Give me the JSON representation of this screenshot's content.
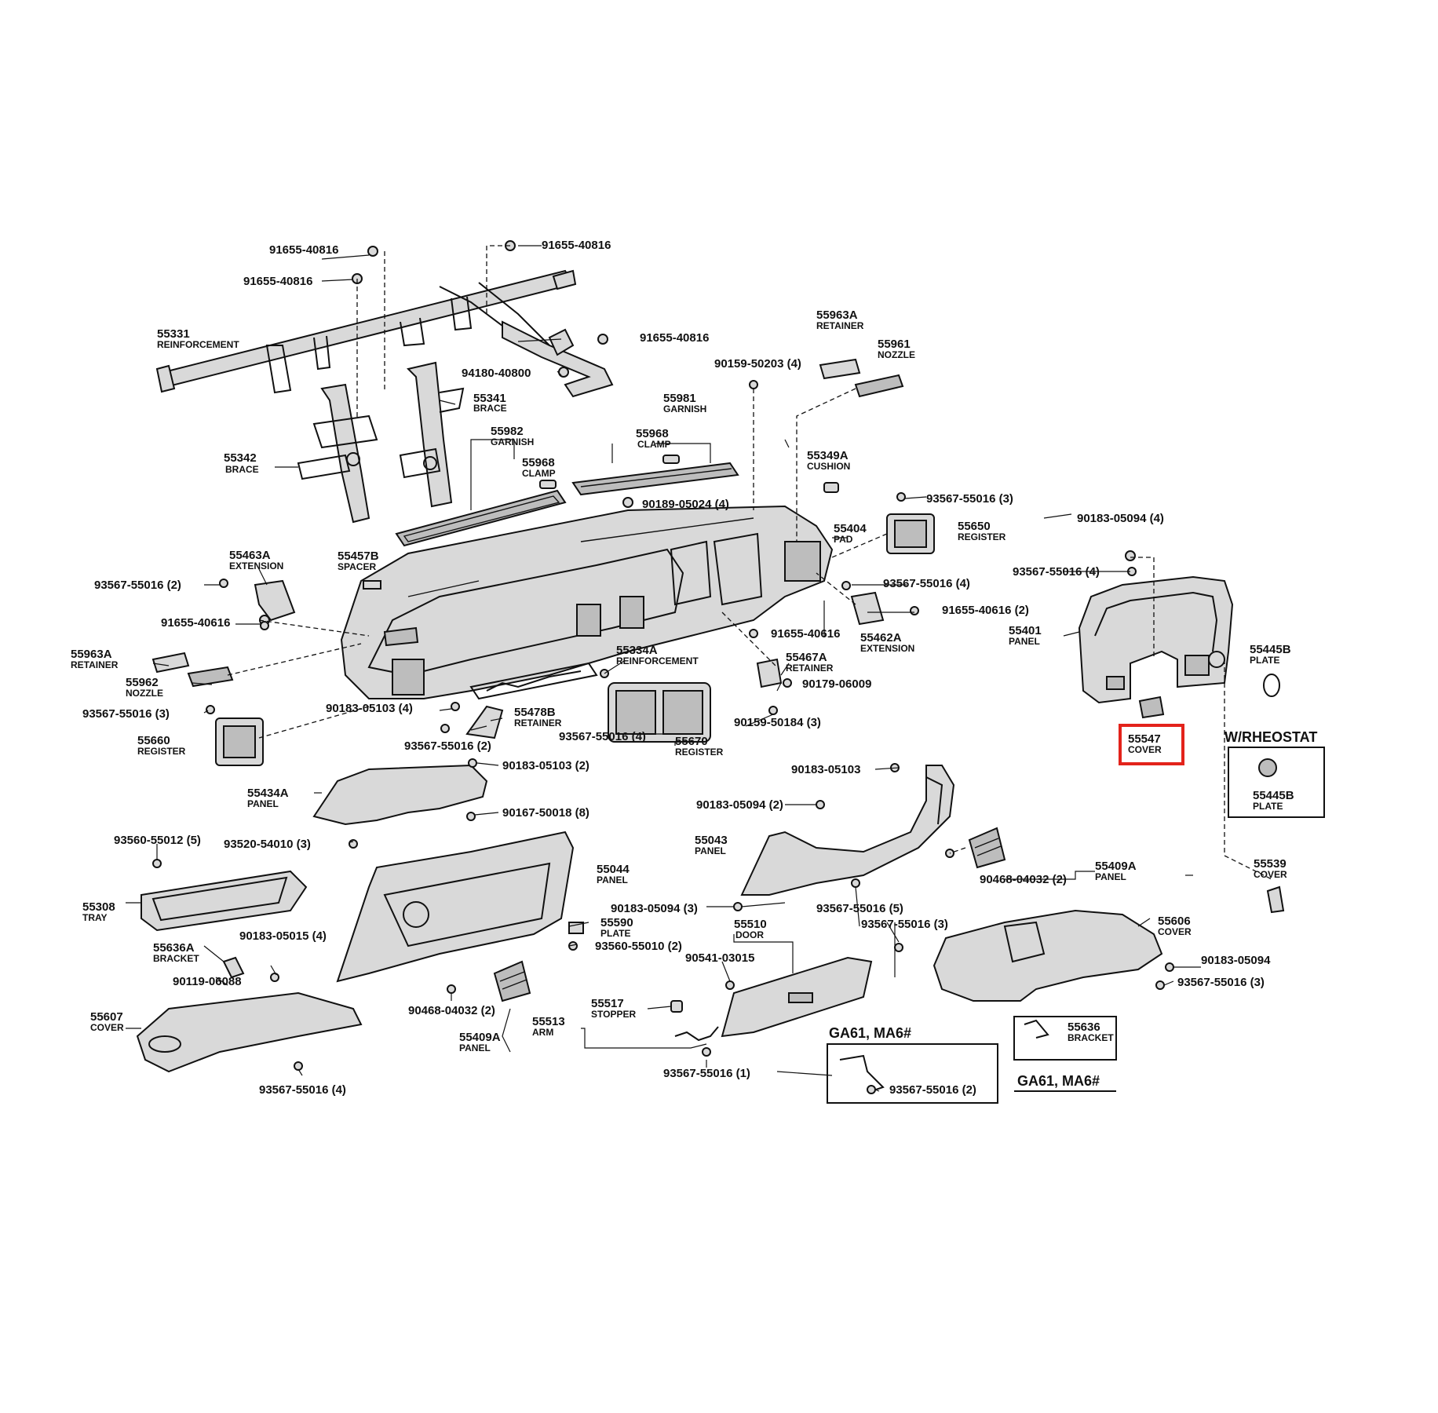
{
  "labels": [
    {
      "pn": "91655-40816"
    },
    {
      "pn": "91655-40816"
    },
    {
      "pn": "91655-40816"
    },
    {
      "pn": "55331",
      "name": "REINFORCEMENT"
    },
    {
      "pn": "91655-40816"
    },
    {
      "pn": "94180-40800"
    },
    {
      "pn": "55341",
      "name": "BRACE"
    },
    {
      "pn": "55342",
      "name": "BRACE"
    },
    {
      "pn": "55963A",
      "name": "RETAINER"
    },
    {
      "pn": "55961",
      "name": "NOZZLE"
    },
    {
      "pn": "90159-50203 (4)"
    },
    {
      "pn": "55981",
      "name": "GARNISH"
    },
    {
      "pn": "55968",
      "name": "CLAMP"
    },
    {
      "pn": "55982",
      "name": "GARNISH"
    },
    {
      "pn": "55968",
      "name": "CLAMP"
    },
    {
      "pn": "55349A",
      "name": "CUSHION"
    },
    {
      "pn": "93567-55016 (3)"
    },
    {
      "pn": "90189-05024 (4)"
    },
    {
      "pn": "55404",
      "name": "PAD"
    },
    {
      "pn": "55650",
      "name": "REGISTER"
    },
    {
      "pn": "90183-05094 (4)"
    },
    {
      "pn": "93567-55016 (4)"
    },
    {
      "pn": "55463A",
      "name": "EXTENSION"
    },
    {
      "pn": "55457B",
      "name": "SPACER"
    },
    {
      "pn": "93567-55016 (2)"
    },
    {
      "pn": "91655-40616"
    },
    {
      "pn": "93567-55016 (4)"
    },
    {
      "pn": "91655-40616 (2)"
    },
    {
      "pn": "55401",
      "name": "PANEL"
    },
    {
      "pn": "91655-40616"
    },
    {
      "pn": "55462A",
      "name": "EXTENSION"
    },
    {
      "pn": "55445B",
      "name": "PLATE"
    },
    {
      "pn": "55963A",
      "name": "RETAINER"
    },
    {
      "pn": "55334A",
      "name": "REINFORCEMENT"
    },
    {
      "pn": "55467A",
      "name": "RETAINER"
    },
    {
      "pn": "55962",
      "name": "NOZZLE"
    },
    {
      "pn": "90179-06009"
    },
    {
      "pn": "93567-55016 (3)"
    },
    {
      "pn": "90183-05103 (4)"
    },
    {
      "pn": "55478B",
      "name": "RETAINER"
    },
    {
      "pn": "90159-50184 (3)"
    },
    {
      "pn": "55660",
      "name": "REGISTER"
    },
    {
      "pn": "93567-55016 (2)"
    },
    {
      "pn": "93567-55016 (4)"
    },
    {
      "pn": "55670",
      "name": "REGISTER"
    },
    {
      "pn": "55547",
      "name": "COVER",
      "highlighted": true
    },
    {
      "pn": "90183-05103 (2)"
    },
    {
      "pn": "90183-05103"
    },
    {
      "pn": "55434A",
      "name": "PANEL"
    },
    {
      "pn": "90167-50018 (8)"
    },
    {
      "pn": "90183-05094 (2)"
    },
    {
      "pn": "55445B",
      "name": "PLATE"
    },
    {
      "pn": "93560-55012 (5)"
    },
    {
      "pn": "93520-54010 (3)"
    },
    {
      "pn": "55043",
      "name": "PANEL"
    },
    {
      "pn": "55044",
      "name": "PANEL"
    },
    {
      "pn": "90468-04032 (2)"
    },
    {
      "pn": "55409A",
      "name": "PANEL"
    },
    {
      "pn": "55539",
      "name": "COVER"
    },
    {
      "pn": "55308",
      "name": "TRAY"
    },
    {
      "pn": "90183-05094 (3)"
    },
    {
      "pn": "55590",
      "name": "PLATE"
    },
    {
      "pn": "93567-55016 (5)"
    },
    {
      "pn": "55606",
      "name": "COVER"
    },
    {
      "pn": "55636A",
      "name": "BRACKET"
    },
    {
      "pn": "90183-05015 (4)"
    },
    {
      "pn": "93560-55010 (2)"
    },
    {
      "pn": "55510",
      "name": "DOOR"
    },
    {
      "pn": "93567-55016 (3)"
    },
    {
      "pn": "90183-05094"
    },
    {
      "pn": "90119-06088"
    },
    {
      "pn": "90541-03015"
    },
    {
      "pn": "93567-55016 (3)"
    },
    {
      "pn": "55607",
      "name": "COVER"
    },
    {
      "pn": "90468-04032 (2)"
    },
    {
      "pn": "55517",
      "name": "STOPPER"
    },
    {
      "pn": "55513",
      "name": "ARM"
    },
    {
      "pn": "55409A",
      "name": "PANEL"
    },
    {
      "pn": "55636",
      "name": "BRACKET"
    },
    {
      "pn": "93567-55016 (4)"
    },
    {
      "pn": "93567-55016 (1)"
    },
    {
      "pn": "93567-55016 (2)"
    }
  ],
  "headers": {
    "rheostat": "W/RHEOSTAT",
    "ga61_left": "GA61, MA6#",
    "ga61_right": "GA61, MA6#"
  },
  "colors": {
    "ink": "#111111",
    "highlight": "#e3231b",
    "fill": "#d9d9d9"
  }
}
